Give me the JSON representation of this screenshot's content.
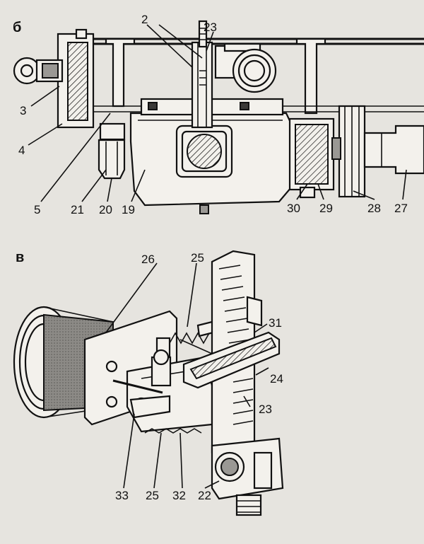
{
  "panels": {
    "b": "б",
    "v": "в"
  },
  "labels_b": {
    "n2": "2",
    "n23": "23",
    "n3": "3",
    "n4": "4",
    "n5": "5",
    "n21": "21",
    "n20": "20",
    "n19": "19",
    "n30": "30",
    "n29": "29",
    "n28": "28",
    "n27": "27"
  },
  "labels_v": {
    "n26": "26",
    "n25a": "25",
    "n31": "31",
    "n24": "24",
    "n23": "23",
    "n33": "33",
    "n25b": "25",
    "n32": "32",
    "n22": "22"
  }
}
